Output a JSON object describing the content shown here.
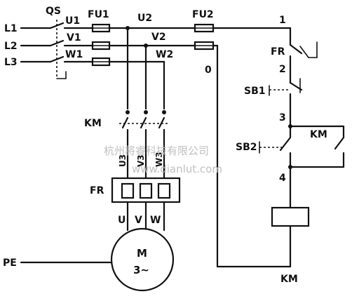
{
  "labels": {
    "qs": "QS",
    "l1": "L1",
    "l2": "L2",
    "l3": "L3",
    "u1": "U1",
    "v1": "V1",
    "w1": "W1",
    "fu1": "FU1",
    "u2": "U2",
    "v2": "V2",
    "w2": "W2",
    "fu2": "FU2",
    "node1": "1",
    "node2": "2",
    "node3": "3",
    "node4": "4",
    "node0": "0",
    "fr_ctrl": "FR",
    "sb1": "SB1",
    "sb2": "SB2",
    "km_aux": "KM",
    "km_main": "KM",
    "km_coil": "KM",
    "u3": "U3",
    "v3": "V3",
    "w3": "W3",
    "fr_main": "FR",
    "u": "U",
    "v": "V",
    "w": "W",
    "motor_m": "M",
    "motor_phase": "3~",
    "pe": "PE"
  },
  "watermark": {
    "company": "杭州将睿科技有限公司",
    "url": "www.dianlut.com"
  }
}
